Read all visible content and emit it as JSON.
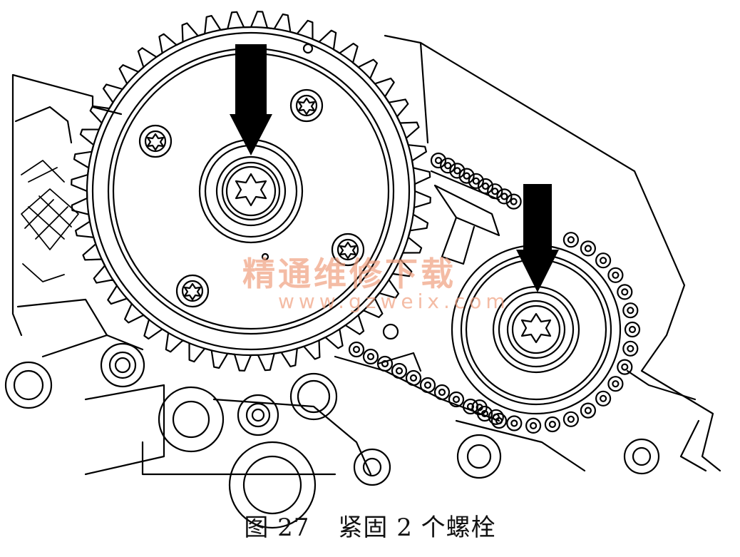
{
  "watermark": {
    "text": "精通维修下载",
    "url": "www.gzweix.com",
    "color": "#f0a080"
  },
  "caption": {
    "number": "图 27",
    "text": "紧固 2 个螺栓"
  },
  "colors": {
    "line": "#000000",
    "background": "#ffffff"
  }
}
